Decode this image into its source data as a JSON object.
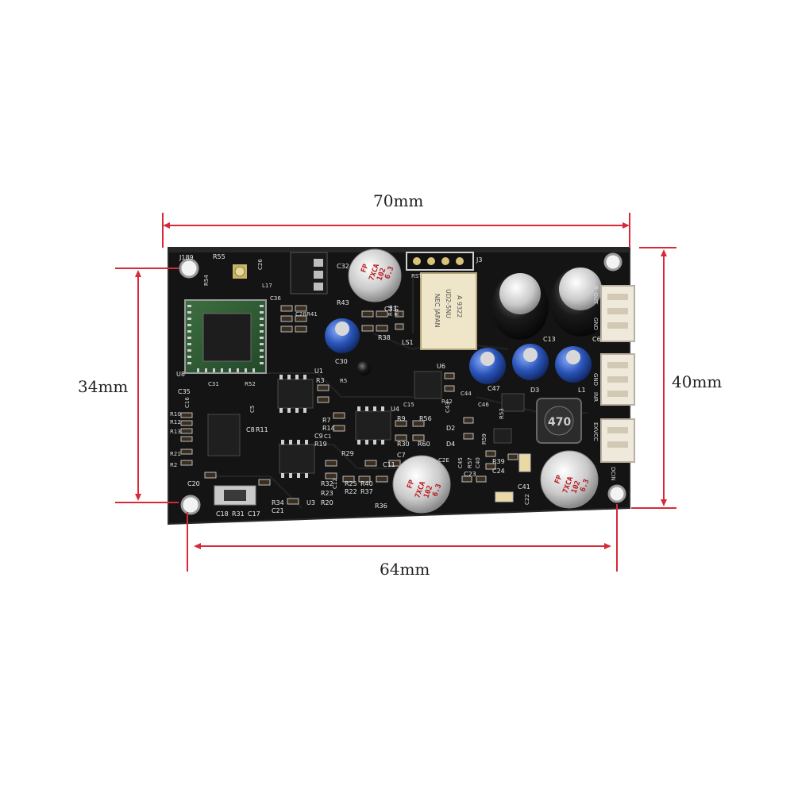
{
  "dimensions": {
    "top_width": "70mm",
    "bottom_width": "64mm",
    "left_height": "34mm",
    "right_height": "40mm"
  },
  "board": {
    "silkscreen": {
      "j189": "J189",
      "r55": "R55",
      "c26": "C26",
      "r54": "R54",
      "l17": "L17",
      "c36": "C36",
      "c32": "C32",
      "r43": "R43",
      "c33": "C33",
      "r46": "R46",
      "r47": "R47",
      "r38": "R38",
      "ls1": "LS1",
      "rst": "RST",
      "j3": "J3",
      "c28": "C28",
      "r41": "R41",
      "c30": "C30",
      "u8": "U8",
      "u1": "U1",
      "r3": "R3",
      "r5": "R5",
      "u4": "U4",
      "u6": "U6",
      "c15": "C15",
      "c35": "C35",
      "c31": "C31",
      "r52": "R52",
      "c16": "C16",
      "c5": "C5",
      "c8": "C8",
      "r11": "R11",
      "c9": "C9",
      "c1": "C1",
      "r7": "R7",
      "r14": "R14",
      "r19": "R19",
      "r9": "R9",
      "r56": "R56",
      "r30": "R30",
      "r60": "R60",
      "r10": "R10",
      "r12": "R12",
      "r13": "R13",
      "r21": "R21",
      "r2": "R2",
      "c20": "C20",
      "r29": "R29",
      "c11": "C11",
      "c7": "C7",
      "r32": "R32",
      "c12": "C12",
      "r25": "R25",
      "r40": "R40",
      "r22": "R22",
      "r37": "R37",
      "r23": "R23",
      "r20": "R20",
      "r34": "R34",
      "c21": "C21",
      "u3": "U3",
      "c18": "C18",
      "r31": "R31",
      "c17": "C17",
      "r36": "R36",
      "c13": "C13",
      "c6": "C6",
      "c47": "C47",
      "d3": "D3",
      "l1": "L1",
      "c44": "C44",
      "c46": "C46",
      "d2": "D2",
      "d4": "D4",
      "r59": "R59",
      "r53": "R53",
      "r42": "R42",
      "c43": "C43",
      "c45": "C45",
      "r57": "R57",
      "c40": "C40",
      "r39": "R39",
      "c24": "C24",
      "c23": "C23",
      "c41": "C41",
      "c22": "C22",
      "c2e": "C2E",
      "r_out": "R_OUT",
      "gnd1": "GND",
      "inr": "INR",
      "gnd2": "GND",
      "exvcc": "EXVCC",
      "dcin": "DCIN"
    },
    "inductor_marking": "470",
    "relay_marking": [
      "NEC JAPAN",
      "UD2-5NU",
      "A 9322"
    ],
    "capacitor_markings": [
      [
        "FP",
        "7XCA",
        "102",
        "6.3"
      ],
      [
        "FP",
        "7XCA",
        "102",
        "6.3"
      ],
      [
        "FP",
        "7XCA",
        "102",
        "6.3"
      ]
    ]
  },
  "colors": {
    "pcb": "#141414",
    "silkscreen": "#e8e8e8",
    "dimension_line": "#d8293a",
    "connector": "#efe9dc",
    "electrolytic_blue": "#2a55b8",
    "polymer_cap": "#b8151b"
  }
}
